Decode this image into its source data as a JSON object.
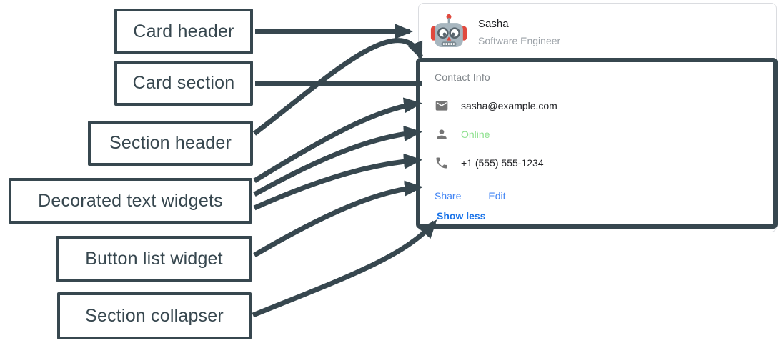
{
  "diagram": {
    "arrow_color": "#37474F",
    "label_border_color": "#37474F",
    "labels": [
      {
        "id": "card-header",
        "text": "Card header"
      },
      {
        "id": "card-section",
        "text": "Card section"
      },
      {
        "id": "section-header",
        "text": "Section header"
      },
      {
        "id": "decorated-text-widgets",
        "text": "Decorated text widgets"
      },
      {
        "id": "button-list-widget",
        "text": "Button list widget"
      },
      {
        "id": "section-collapser",
        "text": "Section collapser"
      }
    ]
  },
  "card": {
    "border_color": "#DADCE0",
    "header": {
      "avatar_icon": "robot-avatar",
      "name": "Sasha",
      "role": "Software Engineer"
    },
    "section": {
      "title": "Contact Info",
      "rows": [
        {
          "icon": "email-icon",
          "text": "sasha@example.com",
          "color": "#202124"
        },
        {
          "icon": "person-icon",
          "text": "Online",
          "color": "#8CE08C"
        },
        {
          "icon": "phone-icon",
          "text": "+1 (555) 555-1234",
          "color": "#202124"
        }
      ],
      "buttons": [
        {
          "label": "Share",
          "color": "#4285F4"
        },
        {
          "label": "Edit",
          "color": "#4285F4"
        }
      ],
      "collapser": "Show less",
      "collapser_color": "#1A73E8"
    }
  }
}
